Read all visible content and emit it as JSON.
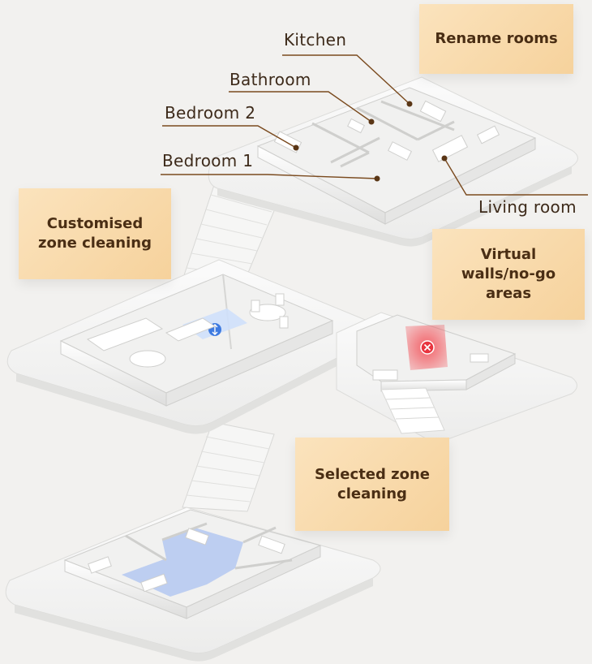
{
  "features": {
    "rename_rooms": "Rename rooms",
    "customised_zone": "Customised\nzone cleaning",
    "virtual_walls": "Virtual\nwalls/no-go\nareas",
    "selected_zone": "Selected zone\ncleaning"
  },
  "rooms": {
    "kitchen": "Kitchen",
    "bathroom": "Bathroom",
    "bedroom2": "Bedroom 2",
    "bedroom1": "Bedroom 1",
    "living_room": "Living room"
  },
  "colors": {
    "callout": "#f8d9a8",
    "label_text": "#3d2a1a",
    "leader_line": "#7a4a1e",
    "zone_blue": "#b9cbf0",
    "no_go_red": "#e8343f"
  },
  "icons": {
    "zone_marker": "resize-icon",
    "no_go_marker": "close-icon"
  }
}
